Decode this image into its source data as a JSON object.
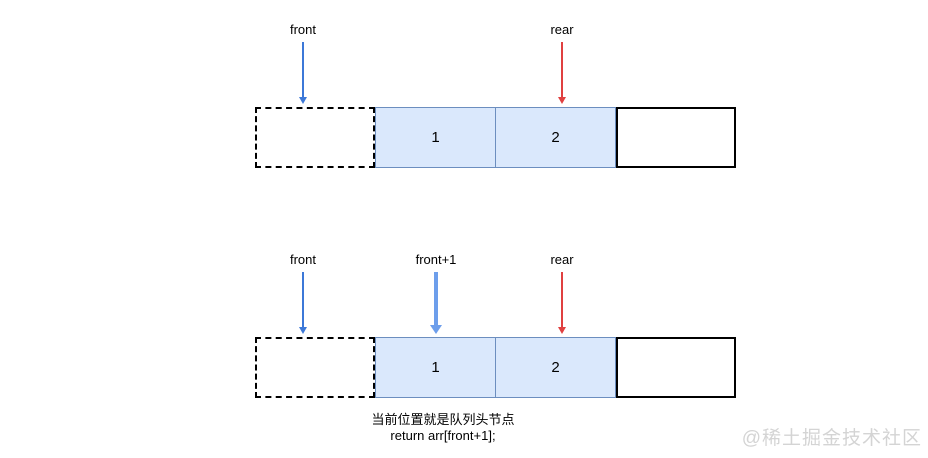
{
  "diagrams": [
    {
      "name": "queue-state-top",
      "pointers": [
        {
          "label": "front",
          "color": "#3C78D8",
          "style": "thin"
        },
        {
          "label": "rear",
          "color": "#E04040",
          "style": "thin"
        }
      ],
      "cells": [
        {
          "value": "",
          "style": "dashed-empty"
        },
        {
          "value": "1",
          "style": "filled"
        },
        {
          "value": "2",
          "style": "filled"
        },
        {
          "value": "",
          "style": "outlined-empty"
        }
      ]
    },
    {
      "name": "queue-state-bottom",
      "pointers": [
        {
          "label": "front",
          "color": "#3C78D8",
          "style": "thin"
        },
        {
          "label": "front+1",
          "color": "#6D9EEB",
          "style": "thick"
        },
        {
          "label": "rear",
          "color": "#E04040",
          "style": "thin"
        }
      ],
      "cells": [
        {
          "value": "",
          "style": "dashed-empty"
        },
        {
          "value": "1",
          "style": "filled"
        },
        {
          "value": "2",
          "style": "filled"
        },
        {
          "value": "",
          "style": "outlined-empty"
        }
      ],
      "caption": [
        "当前位置就是队列头节点",
        "return arr[front+1];"
      ]
    }
  ],
  "colors": {
    "cell_fill": "#DAE8FC",
    "cell_border": "#6C8EBF",
    "front_arrow": "#3C78D8",
    "front_plus1_arrow": "#6D9EEB",
    "rear_arrow": "#E04040",
    "watermark_text": "#D4D4D4"
  },
  "watermark": {
    "text": "@稀土掘金技术社区"
  }
}
